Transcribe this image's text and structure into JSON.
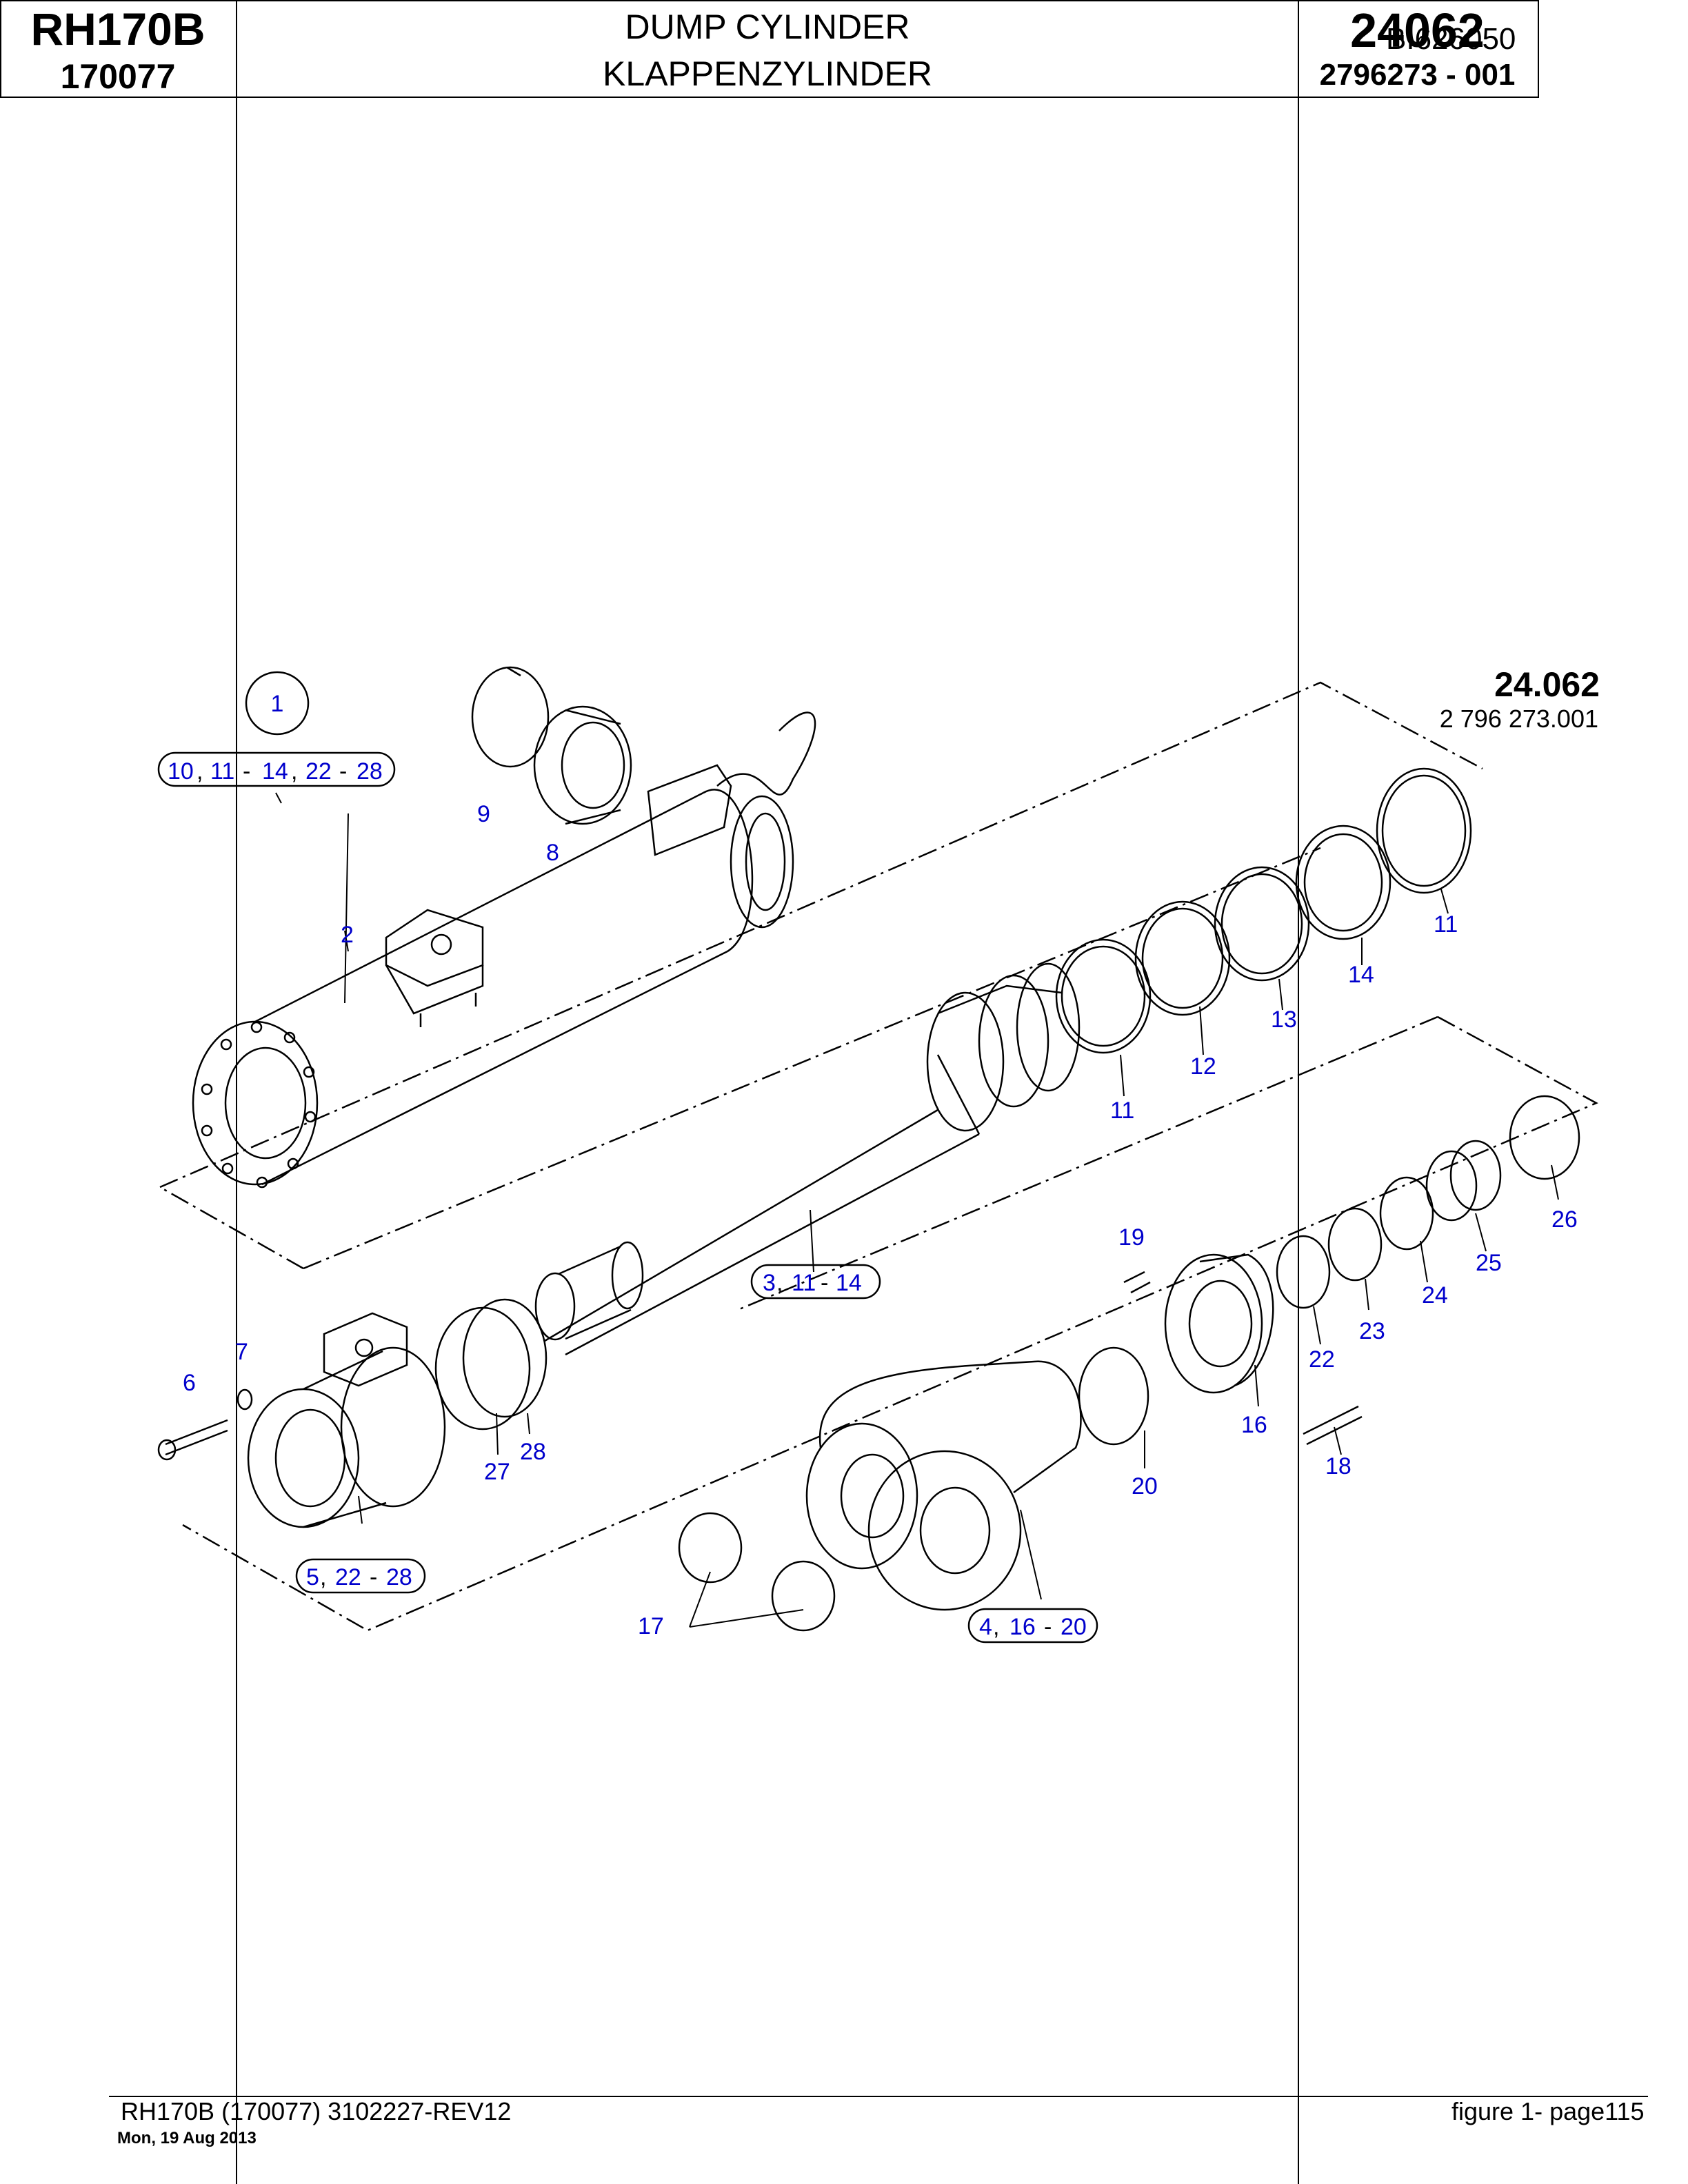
{
  "doc_id": "BI626050",
  "header": {
    "model": "RH170B",
    "serial": "170077",
    "title_en": "DUMP CYLINDER",
    "title_de": "KLAPPENZYLINDER",
    "group_no": "24062",
    "part_no": "2796273  - 001"
  },
  "diagram": {
    "group_label": "24.062",
    "group_part": "2 796 273.001",
    "assembly_callouts": [
      {
        "item": "1",
        "range_text": [
          "10",
          "11",
          "14",
          "22",
          "28"
        ]
      },
      {
        "item": "3",
        "range_text": [
          "3",
          "11",
          "14"
        ]
      },
      {
        "item": "5",
        "range_text": [
          "5",
          "22",
          "28"
        ]
      },
      {
        "item": "4",
        "range_text": [
          "4",
          "16",
          "20"
        ]
      }
    ],
    "item_numbers": [
      "1",
      "2",
      "6",
      "7",
      "8",
      "9",
      "11",
      "11",
      "11",
      "12",
      "13",
      "14",
      "16",
      "17",
      "18",
      "19",
      "20",
      "22",
      "23",
      "24",
      "25",
      "26",
      "27",
      "28"
    ]
  },
  "footer": {
    "left": "RH170B (170077) 3102227-REV12",
    "date": "Mon, 19 Aug 2013",
    "right": "figure  1- page115"
  }
}
